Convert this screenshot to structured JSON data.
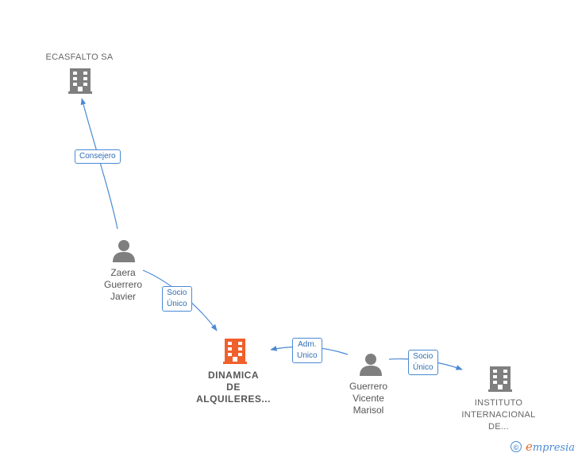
{
  "nodes": {
    "ecasfalto": {
      "type": "company",
      "label": "ECASFALTO SA"
    },
    "zaera": {
      "type": "person",
      "label": "Zaera\nGuerrero\nJavier"
    },
    "dinamica": {
      "type": "company-main",
      "label": "DINAMICA\nDE\nALQUILERES..."
    },
    "guerrero": {
      "type": "person",
      "label": "Guerrero\nVicente\nMarisol"
    },
    "instituto": {
      "type": "company",
      "label": "INSTITUTO\nINTERNACIONAL\nDE..."
    }
  },
  "edges": [
    {
      "from": "zaera",
      "to": "ecasfalto",
      "label": "Consejero"
    },
    {
      "from": "zaera",
      "to": "dinamica",
      "label": "Socio\nÚnico"
    },
    {
      "from": "guerrero",
      "to": "dinamica",
      "label": "Adm.\nUnico"
    },
    {
      "from": "guerrero",
      "to": "instituto",
      "label": "Socio\nÚnico"
    }
  ],
  "colors": {
    "company": "#7f7f7f",
    "person": "#7f7f7f",
    "main": "#f0602c",
    "edge": "#4a8ad4"
  },
  "footer": {
    "copyright": "©",
    "brand_initial": "e",
    "brand_rest": "mpresia"
  }
}
